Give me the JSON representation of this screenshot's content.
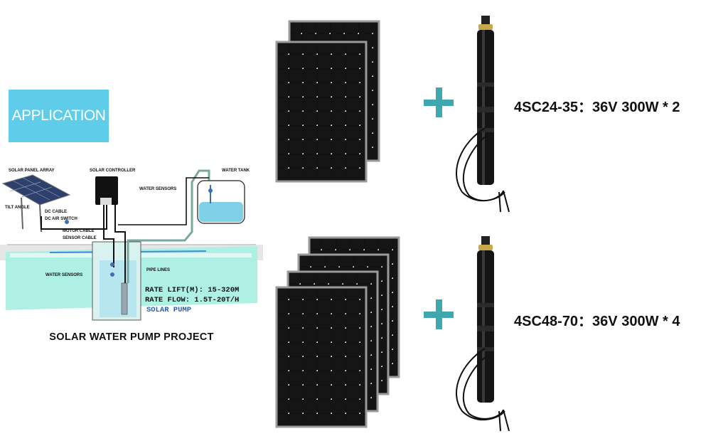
{
  "badge": {
    "label": "APPLICATION"
  },
  "diagram": {
    "title": "SOLAR WATER PUMP PROJECT",
    "labels": {
      "solar_panel_array": "SOLAR PANEL ARRAY",
      "solar_controller": "SOLAR CONTROLLER",
      "water_tank": "WATER TANK",
      "water_sensors_top": "WATER SENSORS",
      "tilt_angle": "TILT ANGLE",
      "dc_cable": "DC CABLE",
      "dc_air_switch": "DC AIR SWITCH",
      "motor_cable": "MOTOR CABLE",
      "sensor_cable": "SENSOR CABLE",
      "water_sensors_bottom": "WATER SENSORS",
      "pipe_lines": "PIPE LINES",
      "rate_lift": "RATE LIFT(M): 15-320M",
      "rate_flow": "RATE FLOW:   1.5T-20T/H",
      "solar_pump": "SOLAR PUMP"
    }
  },
  "configs": [
    {
      "spec": "4SC24-35：36V 300W * 2"
    },
    {
      "spec": "4SC48-70：36V 300W * 4"
    }
  ],
  "colors": {
    "badge": "#5fcdea",
    "plus": "#3fa7ad",
    "panel": "#111111",
    "water": "#8fe3d7"
  }
}
